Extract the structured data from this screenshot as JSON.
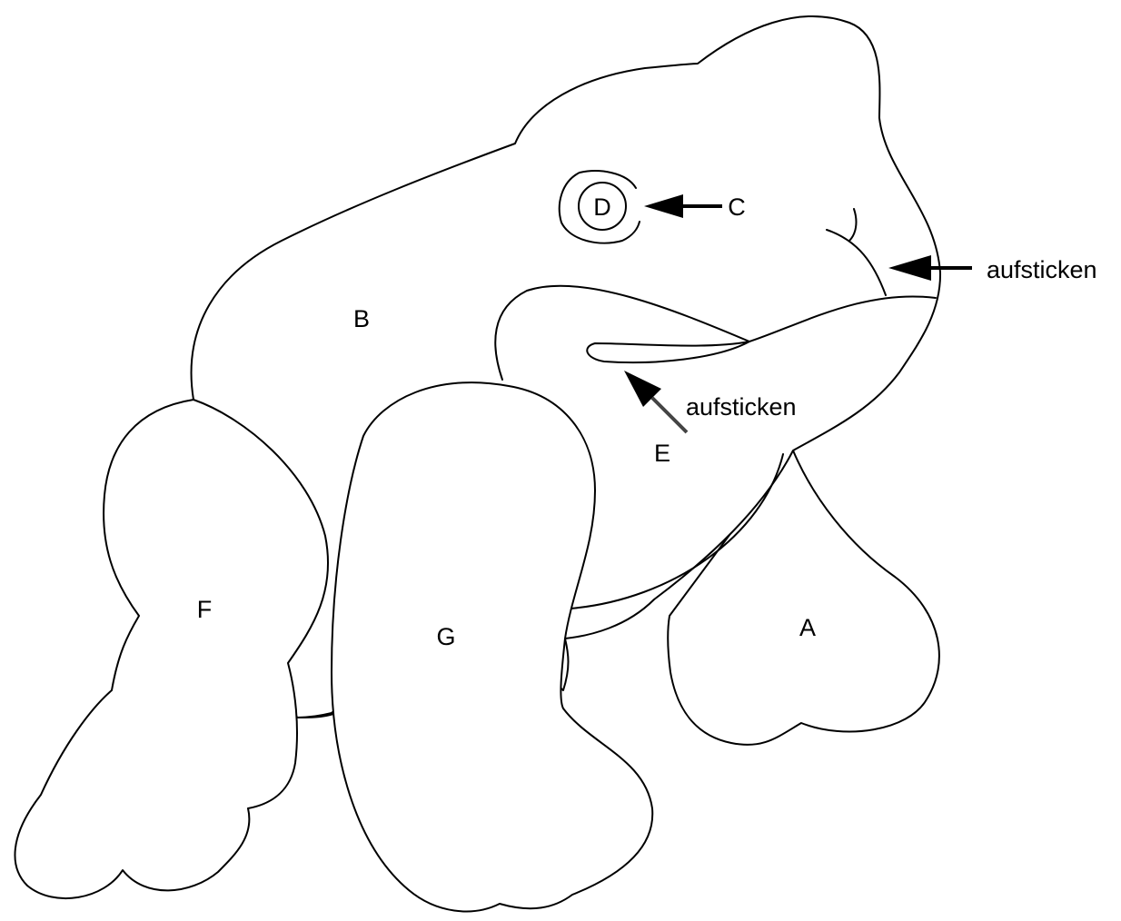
{
  "diagram": {
    "pieces": {
      "A": "A",
      "B": "B",
      "C": "C",
      "D": "D",
      "E": "E",
      "F": "F",
      "G": "G"
    },
    "annotations": {
      "embroider_mouth": "aufsticken",
      "embroider_nostril": "aufsticken"
    }
  }
}
